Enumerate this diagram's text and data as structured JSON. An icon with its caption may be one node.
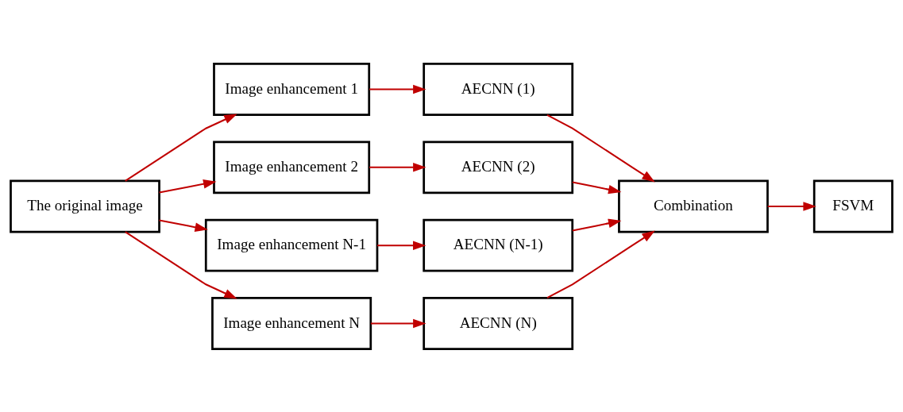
{
  "diagram": {
    "nodes": [
      {
        "text": [
          "The original image"
        ]
      },
      {
        "text": [
          "Image enhancement 1"
        ]
      },
      {
        "text": [
          "Image enhancement 2"
        ]
      },
      {
        "text": [
          "Image enhancement N-1"
        ]
      },
      {
        "text": [
          "Image enhancement N"
        ]
      },
      {
        "text": [
          "AECNN (1)"
        ]
      },
      {
        "text": [
          "AECNN (2)"
        ]
      },
      {
        "text": [
          "AECNN (N-1)"
        ]
      },
      {
        "text": [
          "AECNN (N)"
        ]
      },
      {
        "text": [
          "Combination"
        ]
      },
      {
        "text": [
          "FSVM"
        ]
      }
    ],
    "edges": [
      {
        "from": 0,
        "to": 1,
        "arrow": "to"
      },
      {
        "from": 0,
        "to": 2,
        "arrow": "to"
      },
      {
        "from": 0,
        "to": 3,
        "arrow": "to"
      },
      {
        "from": 0,
        "to": 4,
        "arrow": "to"
      },
      {
        "from": 1,
        "to": 5,
        "arrow": "to"
      },
      {
        "from": 2,
        "to": 6,
        "arrow": "to"
      },
      {
        "from": 3,
        "to": 7,
        "arrow": "to"
      },
      {
        "from": 4,
        "to": 8,
        "arrow": "to"
      },
      {
        "from": 5,
        "to": 9,
        "arrow": "to"
      },
      {
        "from": 6,
        "to": 9,
        "arrow": "to"
      },
      {
        "from": 7,
        "to": 9,
        "arrow": "to"
      },
      {
        "from": 8,
        "to": 9,
        "arrow": "to"
      },
      {
        "from": 9,
        "to": 10,
        "arrow": "to"
      }
    ]
  }
}
